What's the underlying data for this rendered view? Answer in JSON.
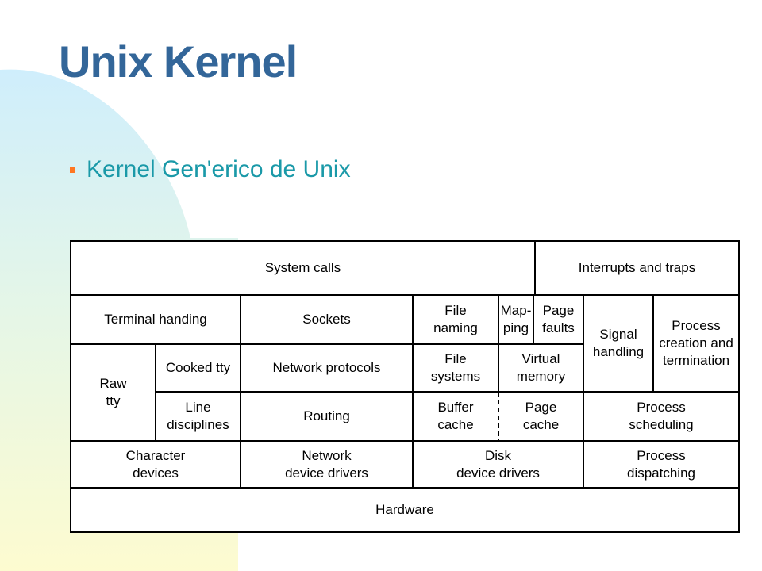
{
  "slide": {
    "title": "Unix Kernel",
    "bullet": "Kernel Gen'erico de Unix"
  },
  "colors": {
    "title": "#336699",
    "bullet_text": "#1a99a8",
    "bullet_marker": "#ff7722",
    "decor_circle": "#cfeefc",
    "decor_bottom": "#fdfbd0"
  },
  "diagram": {
    "cells": {
      "system_calls": "System calls",
      "interrupts_traps": "Interrupts and traps",
      "terminal_handling": "Terminal handing",
      "sockets": "Sockets",
      "file_naming": "File\nnaming",
      "mapping": "Map-\nping",
      "page_faults": "Page\nfaults",
      "signal_handling": "Signal\nhandling",
      "process_creation": "Process\ncreation and\ntermination",
      "raw_tty": "Raw\ntty",
      "cooked_tty": "Cooked tty",
      "network_protocols": "Network protocols",
      "file_systems": "File\nsystems",
      "virtual_memory": "Virtual\nmemory",
      "line_disciplines": "Line\ndisciplines",
      "routing": "Routing",
      "buffer_cache": "Buffer\ncache",
      "page_cache": "Page\ncache",
      "process_scheduling": "Process\nscheduling",
      "character_devices": "Character\ndevices",
      "network_device_drivers": "Network\ndevice drivers",
      "disk_device_drivers": "Disk\ndevice drivers",
      "process_dispatching": "Process\ndispatching",
      "hardware": "Hardware"
    }
  }
}
